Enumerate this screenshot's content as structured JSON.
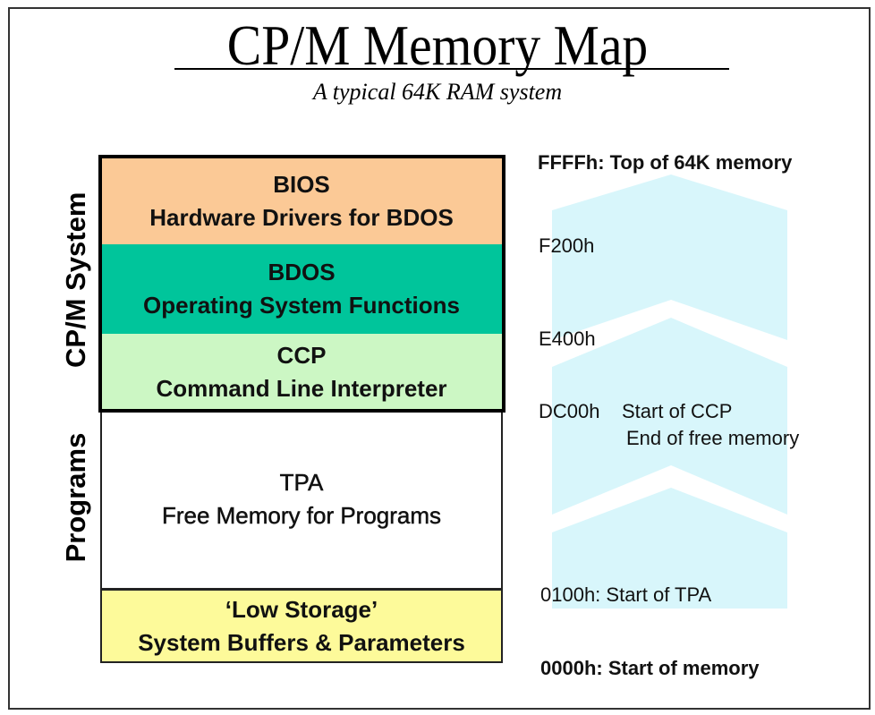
{
  "title": "CP/M Memory Map",
  "subtitle": "A typical 64K RAM system",
  "side_labels": {
    "system": "CP/M System",
    "programs": "Programs"
  },
  "blocks": [
    {
      "name": "BIOS",
      "desc": "Hardware Drivers for BDOS",
      "color": "#fbc996"
    },
    {
      "name": "BDOS",
      "desc": "Operating System Functions",
      "color": "#00c59b"
    },
    {
      "name": "CCP",
      "desc": "Command Line Interpreter",
      "color": "#ccf7c4"
    },
    {
      "name": "TPA",
      "desc": "Free Memory for Programs",
      "color": "#ffffff"
    },
    {
      "name": "‘Low Storage’",
      "desc": "System Buffers & Parameters",
      "color": "#fdfa9a"
    }
  ],
  "addresses": {
    "top": "FFFFh: Top of 64K memory",
    "f200": "F200h",
    "e400": "E400h",
    "dc00": "DC00h",
    "dc00_note1": "Start of CCP",
    "dc00_note2": "End of free memory",
    "tpa": "0100h: Start of TPA",
    "bottom": "0000h: Start of memory"
  },
  "arrow_color": "#d8f6fb"
}
